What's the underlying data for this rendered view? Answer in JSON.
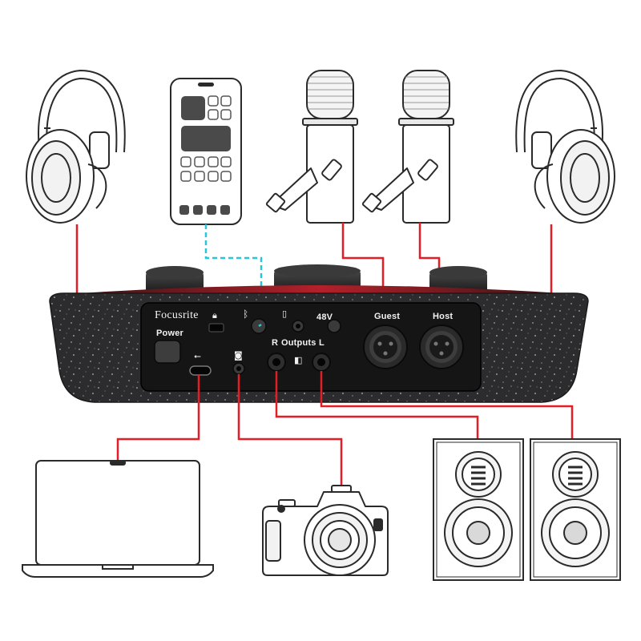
{
  "brand": "Focusrite",
  "labels": {
    "power": "Power",
    "phantom": "48V",
    "guest": "Guest",
    "host": "Host",
    "outputs": "Outputs",
    "right": "R",
    "left": "L"
  },
  "icons": {
    "lock": "lock-icon",
    "bluetooth": "bluetooth-icon",
    "phone": "phone-icon",
    "usb": "usb-icon",
    "camera": "camera-icon",
    "speaker": "speaker-icon"
  },
  "colors": {
    "analog_cable": "#e31e24",
    "wireless_link": "#29c6d9",
    "device_body": "#2b2b2d",
    "accent_red": "#b3202a"
  }
}
